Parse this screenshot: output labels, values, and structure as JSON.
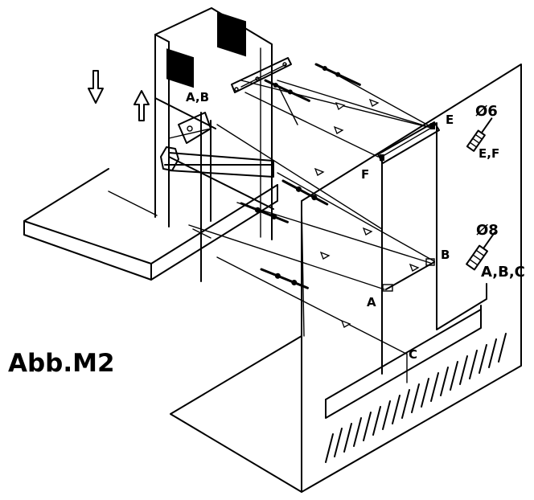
{
  "figure": {
    "caption": "Abb.M2",
    "labels": {
      "a_b_top": "A,B",
      "e": "E",
      "f": "F",
      "b": "B",
      "a": "A",
      "c": "C",
      "dia6": "Ø6",
      "ef": "E,F",
      "dia8": "Ø8",
      "abc": "A,B,C"
    },
    "icons": [
      "arrow-down-icon",
      "arrow-up-icon",
      "screw-anchor-icon"
    ]
  }
}
